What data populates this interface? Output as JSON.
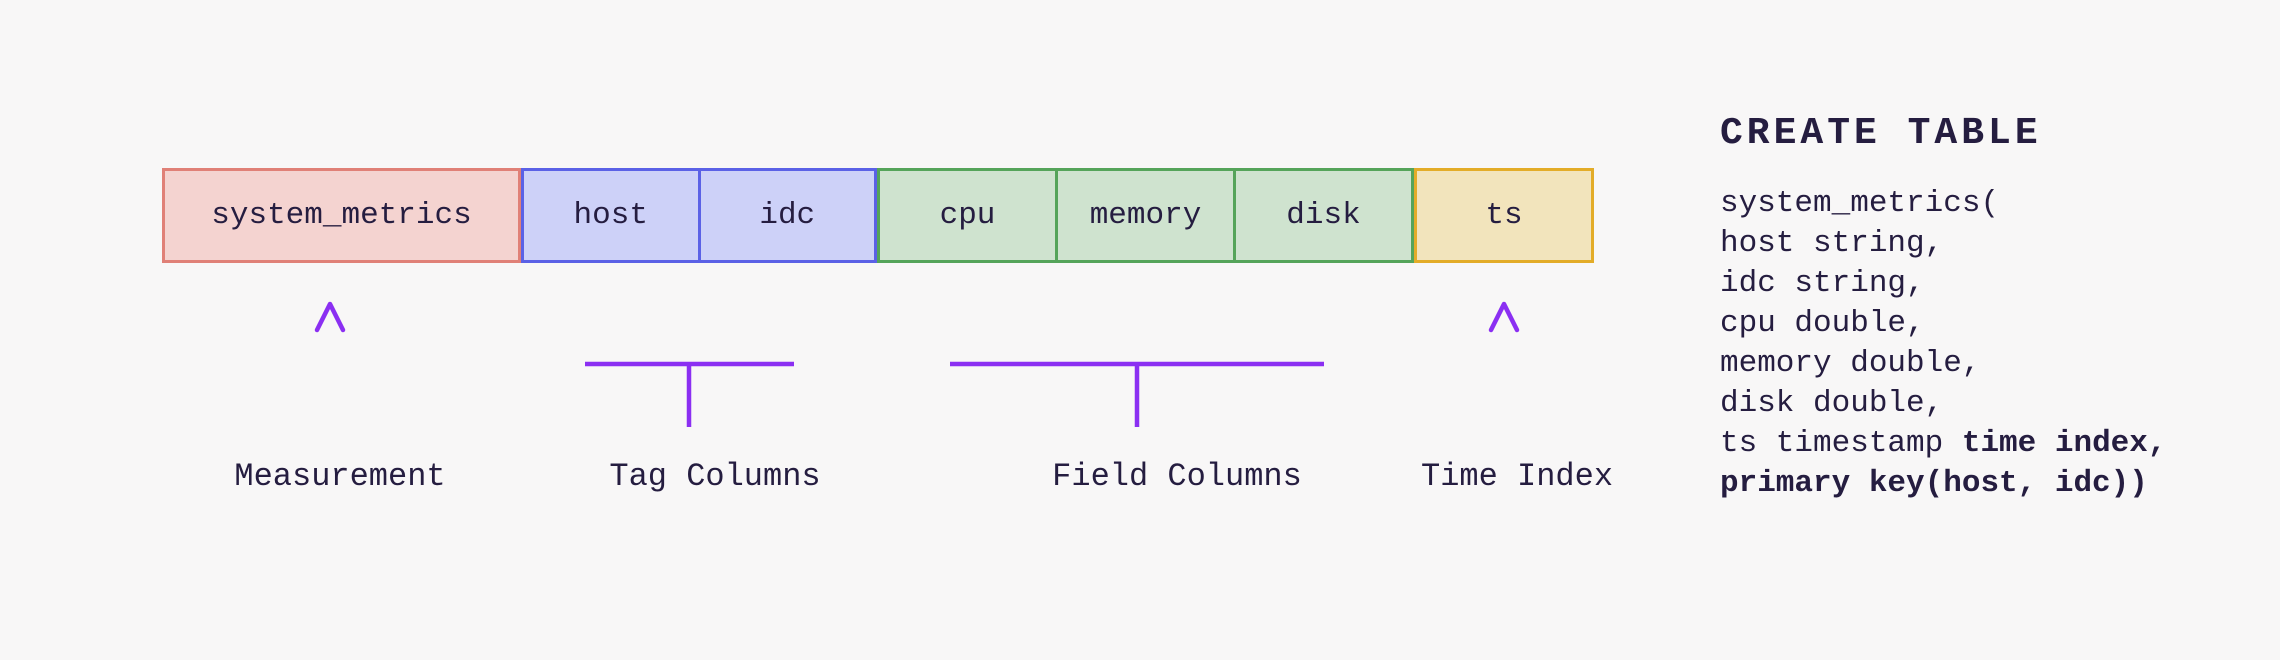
{
  "colors": {
    "background": "#f8f7f7",
    "text": "#251d40",
    "arrow-solid": "#8b2ff2",
    "arrow-fade": "#ddc9fb",
    "measurement-fill": "#f4d3d0",
    "measurement-border": "#e08077",
    "tag-fill": "#cdd1f8",
    "tag-border": "#5b61e6",
    "field-fill": "#cfe3cf",
    "field-border": "#55a45a",
    "time-fill": "#f2e4bc",
    "time-border": "#e3ac28"
  },
  "diagram": {
    "measurement": {
      "label": "system_metrics"
    },
    "tag_columns": [
      "host",
      "idc"
    ],
    "field_columns": [
      "cpu",
      "memory",
      "disk"
    ],
    "time_index": {
      "label": "ts"
    },
    "annotations": {
      "measurement": "Measurement",
      "tag": "Tag Columns",
      "field": "Field Columns",
      "time": "Time Index"
    }
  },
  "sql": {
    "heading": "CREATE TABLE",
    "lines": [
      [
        {
          "t": "system_metrics(",
          "b": false
        }
      ],
      [
        {
          "t": "host string,",
          "b": false
        }
      ],
      [
        {
          "t": "idc string,",
          "b": false
        }
      ],
      [
        {
          "t": "cpu double,",
          "b": false
        }
      ],
      [
        {
          "t": "memory double,",
          "b": false
        }
      ],
      [
        {
          "t": "disk double,",
          "b": false
        }
      ],
      [
        {
          "t": "ts timestamp ",
          "b": false
        },
        {
          "t": "time index,",
          "b": true
        }
      ],
      [
        {
          "t": "primary key(host, idc))",
          "b": true
        }
      ]
    ]
  }
}
